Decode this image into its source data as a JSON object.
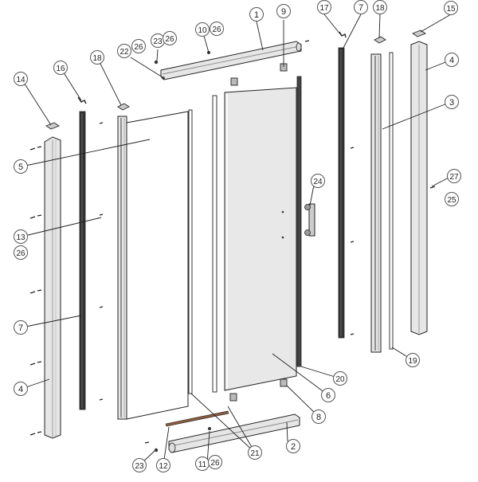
{
  "diagram": {
    "callouts": [
      {
        "id": "c-1a",
        "label": "1"
      },
      {
        "id": "c-2",
        "label": "2"
      },
      {
        "id": "c-3",
        "label": "3"
      },
      {
        "id": "c-4a",
        "label": "4"
      },
      {
        "id": "c-4b",
        "label": "4"
      },
      {
        "id": "c-5",
        "label": "5"
      },
      {
        "id": "c-6",
        "label": "6"
      },
      {
        "id": "c-7a",
        "label": "7"
      },
      {
        "id": "c-7b",
        "label": "7"
      },
      {
        "id": "c-8",
        "label": "8"
      },
      {
        "id": "c-9",
        "label": "9"
      },
      {
        "id": "c-10",
        "label": "10"
      },
      {
        "id": "c-11",
        "label": "11"
      },
      {
        "id": "c-12",
        "label": "12"
      },
      {
        "id": "c-13",
        "label": "13"
      },
      {
        "id": "c-14",
        "label": "14"
      },
      {
        "id": "c-15",
        "label": "15"
      },
      {
        "id": "c-16",
        "label": "16"
      },
      {
        "id": "c-17",
        "label": "17"
      },
      {
        "id": "c-18a",
        "label": "18"
      },
      {
        "id": "c-18b",
        "label": "18"
      },
      {
        "id": "c-19",
        "label": "19"
      },
      {
        "id": "c-20",
        "label": "20"
      },
      {
        "id": "c-21",
        "label": "21"
      },
      {
        "id": "c-22",
        "label": "22"
      },
      {
        "id": "c-23a",
        "label": "23"
      },
      {
        "id": "c-23b",
        "label": "23"
      },
      {
        "id": "c-24",
        "label": "24"
      },
      {
        "id": "c-25",
        "label": "25"
      },
      {
        "id": "c-26a",
        "label": "26"
      },
      {
        "id": "c-26b",
        "label": "26"
      },
      {
        "id": "c-26c",
        "label": "26"
      },
      {
        "id": "c-26d",
        "label": "26"
      },
      {
        "id": "c-26e",
        "label": "26"
      },
      {
        "id": "c-27",
        "label": "27"
      }
    ],
    "colors": {
      "line": "#222222",
      "callout_border": "#555555",
      "panel_fill": "#eeeeee",
      "panel_dark": "#dddddd",
      "profile_fill": "#e6e6e6",
      "seal": "#333333",
      "track_brown": "#8a5a3c"
    }
  }
}
